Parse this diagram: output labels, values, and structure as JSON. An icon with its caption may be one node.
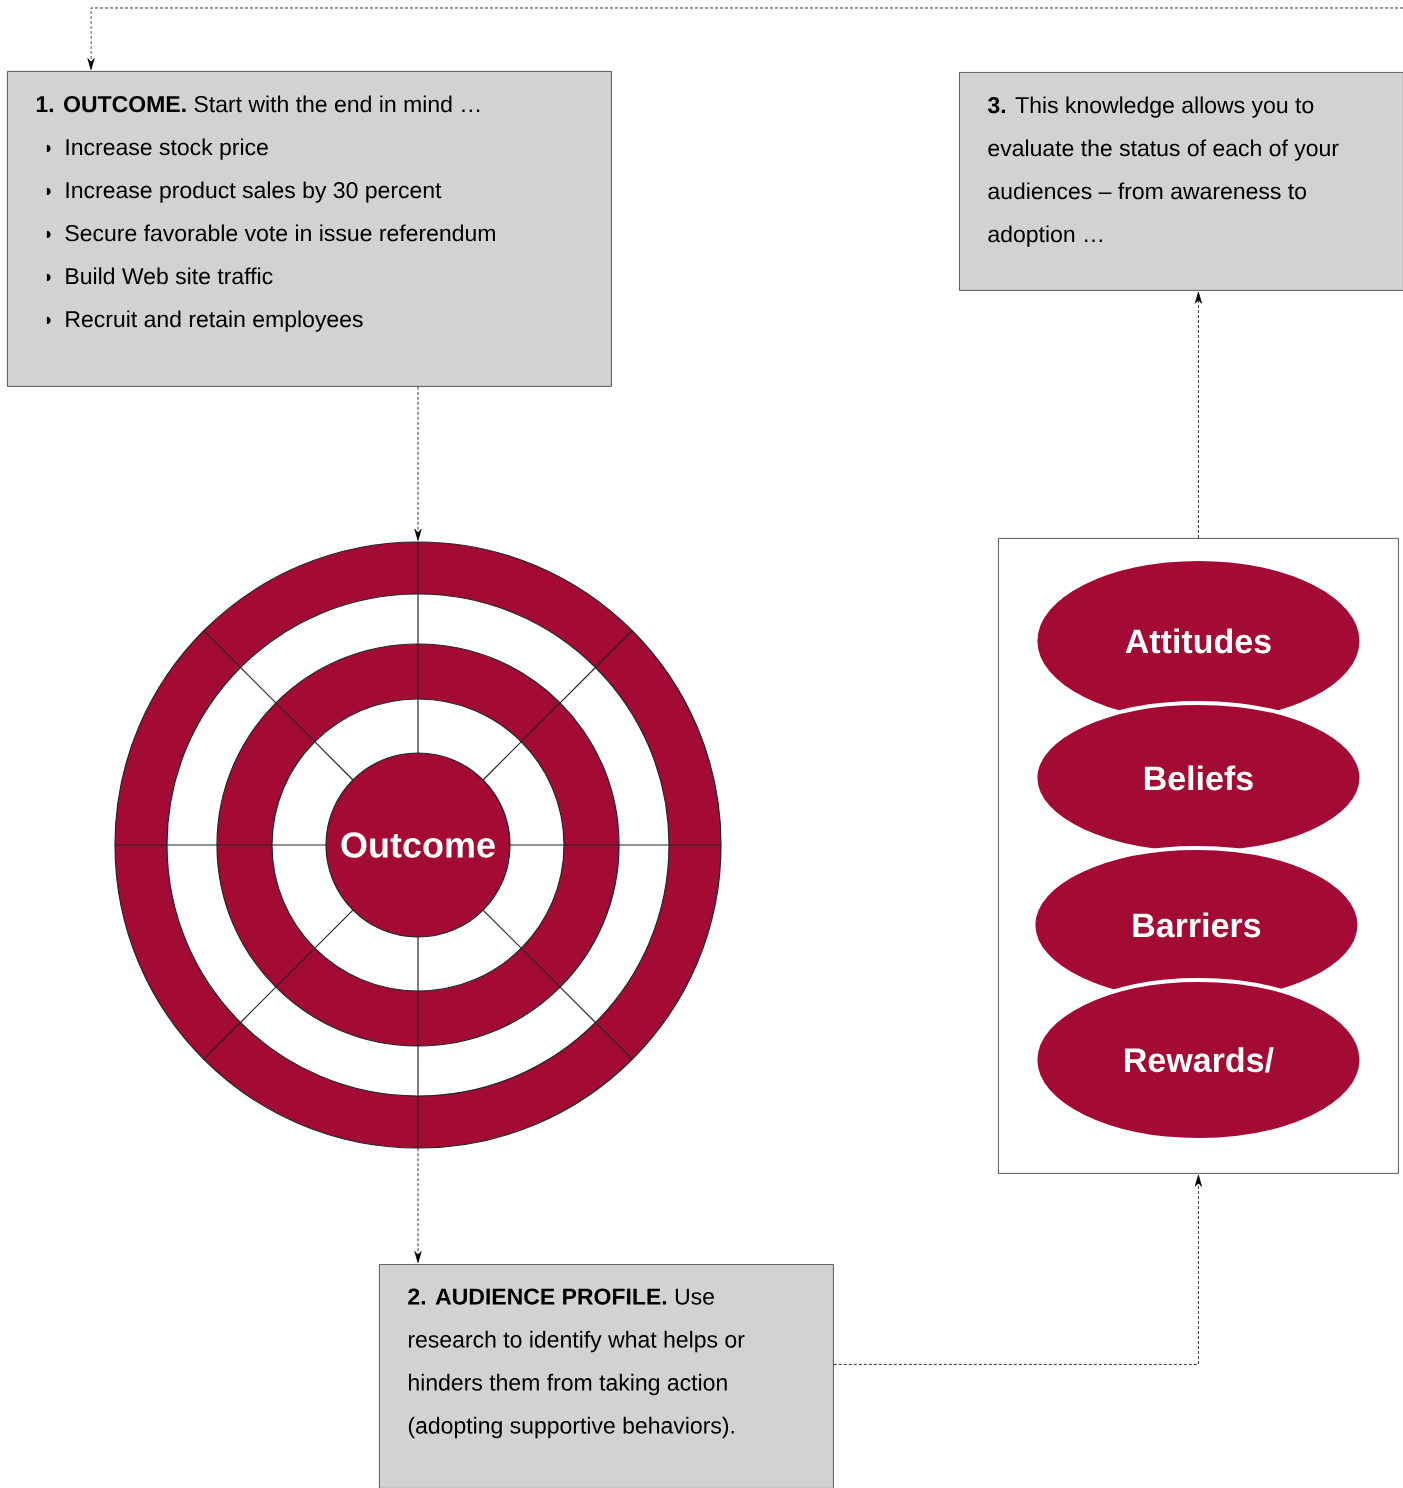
{
  "diagram": {
    "nodes": [
      {
        "text": [
          "**1. OUTCOME.** Start with the end in mind …",
          "Increase stock price",
          "Increase product sales by 30 percent",
          "Secure favorable vote in issue referendum",
          "Build Web site traffic",
          "Recruit and retain employees"
        ]
      },
      {
        "text": [
          "Outcome"
        ]
      },
      {
        "text": [],
        "shape": "box"
      },
      {
        "text": [
          "Attitudes"
        ],
        "in": 2
      },
      {
        "text": [
          "Beliefs"
        ],
        "in": 2
      },
      {
        "text": [
          "Barriers"
        ],
        "in": 2
      },
      {
        "text": [
          "Rewards/"
        ],
        "in": 2
      },
      {
        "text": [
          "**3.** This knowledge allows you to evaluate the status of each of your audiences – from awareness to adoption …"
        ]
      },
      {
        "text": [
          "**2. AUDIENCE PROFILE.** Use research to identify what helps or hinders them from taking action (adopting supportive behaviors)."
        ]
      }
    ],
    "edges": [
      {
        "from": 0,
        "to": 1,
        "arrow": "to",
        "style": "dashed"
      },
      {
        "from": 1,
        "to": 8,
        "arrow": "to",
        "style": "dashed"
      },
      {
        "from": 8,
        "to": 2,
        "arrow": "to",
        "style": "dashed"
      },
      {
        "from": 2,
        "to": 7,
        "arrow": "to",
        "style": "dashed"
      },
      {
        "from": null,
        "to": 0,
        "arrow": "to",
        "style": "dashed"
      }
    ]
  }
}
